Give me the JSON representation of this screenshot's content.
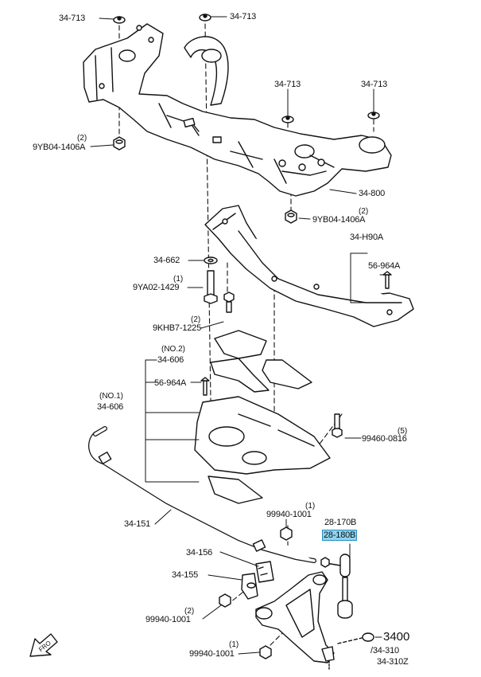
{
  "labels": {
    "p34713_tl": "34-713",
    "p34713_tc": "34-713",
    "p34713_mr1": "34-713",
    "p34713_mr2": "34-713",
    "q2_a": "(2)",
    "p9yb04_a": "9YB04-1406A",
    "p34800": "34-800",
    "q2_b": "(2)",
    "p9yb04_b": "9YB04-1406A",
    "p34h90a": "34-H90A",
    "p56964a_r": "56-964A",
    "p34662": "34-662",
    "q1_a": "(1)",
    "p9ya02": "9YA02-1429",
    "q2_c": "(2)",
    "p9khb7": "9KHB7-1225",
    "no2": "(NO.2)",
    "p34606_2": "34-606",
    "p56964a_l": "56-964A",
    "no1": "(NO.1)",
    "p34606_1": "34-606",
    "q5": "(5)",
    "p99460": "99460-0816",
    "q1_b": "(1)",
    "p99940_a": "99940-1001",
    "p34151": "34-151",
    "p28170b": "28-170B",
    "p28180b": "28-180B",
    "p34156": "34-156",
    "p34155": "34-155",
    "q2_d": "(2)",
    "p99940_b": "99940-1001",
    "q1_c": "(1)",
    "p99940_c": "99940-1001",
    "p3400": "3400",
    "p34310": "/34-310",
    "p34310z": "34-310Z"
  },
  "front_arrow": "FRO",
  "highlight_color": "#8fd3f0"
}
